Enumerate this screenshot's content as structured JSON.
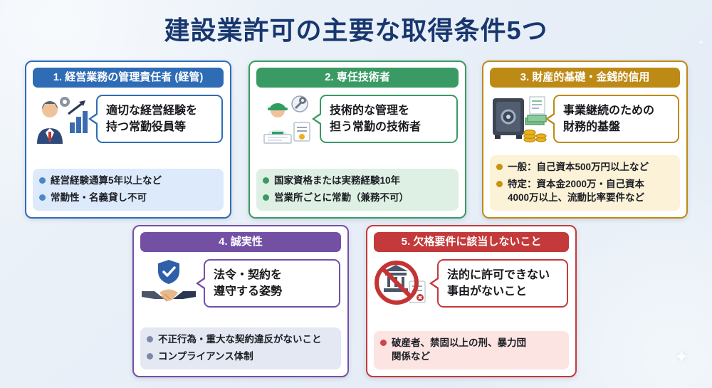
{
  "title": "建設業許可の主要な取得条件5つ",
  "cards": [
    {
      "id": 1,
      "header": "1. 経営業務の管理責任者 (経管)",
      "bubble": "適切な経営経験を\n持つ常勤役員等",
      "bullets": [
        "経営経験通算5年以上など",
        "常勤性・名義貸し不可"
      ],
      "icon": "manager-icon",
      "colors": {
        "main": "#2e6cb5",
        "light": "#dceafc",
        "dot": "#4a86c8"
      }
    },
    {
      "id": 2,
      "header": "2. 専任技術者",
      "bubble": "技術的な管理を\n担う常勤の技術者",
      "bullets": [
        "国家資格または実務経験10年",
        "営業所ごとに常勤（兼務不可）"
      ],
      "icon": "engineer-icon",
      "colors": {
        "main": "#3a9a63",
        "light": "#def0e3",
        "dot": "#3a9a63"
      }
    },
    {
      "id": 3,
      "header": "3. 財産的基礎・金銭的信用",
      "bubble": "事業継続のための\n財務的基盤",
      "bullets": [
        "一般：自己資本500万円以上など",
        "特定：資本金2000万・自己資本\n4000万以上、流動比率要件など"
      ],
      "icon": "safe-money-icon",
      "colors": {
        "main": "#bd8a16",
        "light": "#fbf2d7",
        "dot": "#c8940f"
      }
    },
    {
      "id": 4,
      "header": "4. 誠実性",
      "bubble": "法令・契約を\n遵守する姿勢",
      "bullets": [
        "不正行為・重大な契約違反がないこと",
        "コンプライアンス体制"
      ],
      "icon": "handshake-shield-icon",
      "colors": {
        "main": "#7450a5",
        "light": "#e4e8f2",
        "dot": "#7b89a8"
      }
    },
    {
      "id": 5,
      "header": "5. 欠格要件に該当しないこと",
      "bubble": "法的に許可できない\n事由がないこと",
      "bullets": [
        "破産者、禁固以上の刑、暴力団\n関係など"
      ],
      "icon": "prohibition-icon",
      "colors": {
        "main": "#c43a3a",
        "light": "#fbe4e2",
        "dot": "#d04545"
      }
    }
  ]
}
